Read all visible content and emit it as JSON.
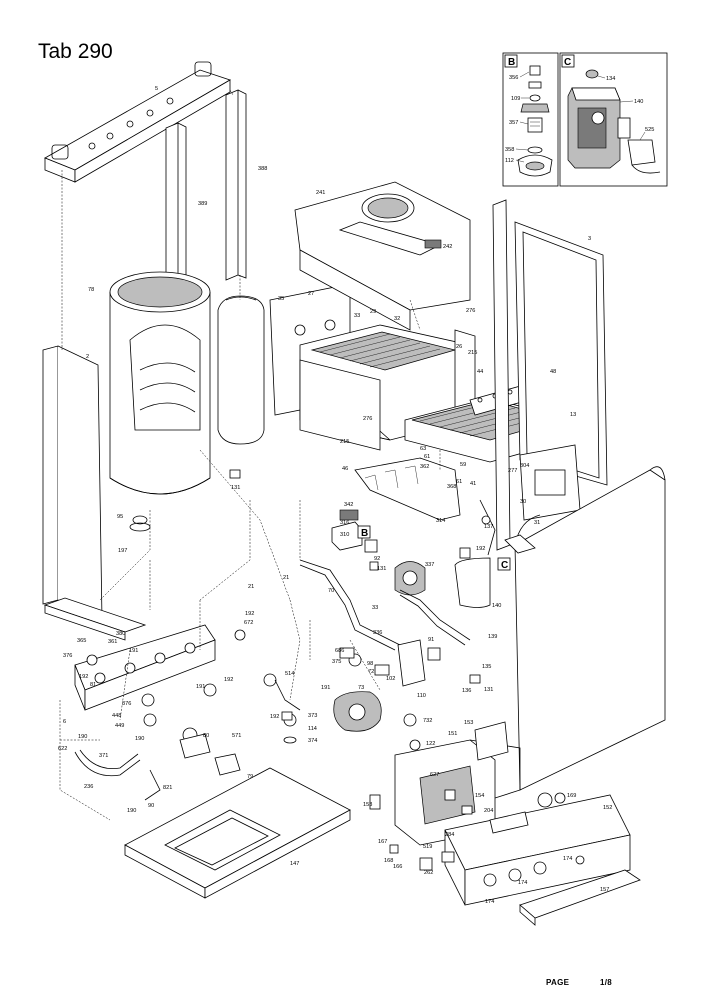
{
  "page": {
    "title": "Tab 290",
    "footer_label": "PAGE",
    "footer_page": "1/8"
  },
  "insets": [
    {
      "tag": "B",
      "labels": [
        "356",
        "109",
        "357",
        "358",
        "112"
      ]
    },
    {
      "tag": "C",
      "labels": [
        "134",
        "140",
        "525"
      ]
    }
  ],
  "inline_tags": [
    "B",
    "C"
  ],
  "callouts": [
    "5",
    "388",
    "389",
    "241",
    "242",
    "276",
    "2",
    "78",
    "35",
    "27",
    "33",
    "29",
    "32",
    "26",
    "215",
    "44",
    "48",
    "13",
    "3",
    "276",
    "215",
    "63",
    "61",
    "362",
    "59",
    "61",
    "368",
    "41",
    "304",
    "277",
    "30",
    "46",
    "314",
    "131",
    "95",
    "197",
    "342",
    "316",
    "310",
    "B",
    "92",
    "131",
    "137",
    "192",
    "31",
    "21",
    "70",
    "337",
    "C",
    "21",
    "192",
    "672",
    "33",
    "365",
    "380",
    "361",
    "376",
    "191",
    "192",
    "81",
    "336",
    "91",
    "135",
    "140",
    "139",
    "686",
    "375",
    "98",
    "102",
    "110",
    "136",
    "131",
    "514",
    "191",
    "73",
    "6",
    "376",
    "191",
    "192",
    "192",
    "373",
    "114",
    "374",
    "732",
    "122",
    "153",
    "151",
    "622",
    "190",
    "448",
    "449",
    "371",
    "236",
    "190",
    "821",
    "90",
    "190",
    "80",
    "571",
    "79",
    "72",
    "627",
    "154",
    "204",
    "169",
    "152",
    "153",
    "147",
    "167",
    "168",
    "166",
    "519",
    "262",
    "284",
    "174",
    "174",
    "174",
    "157"
  ]
}
